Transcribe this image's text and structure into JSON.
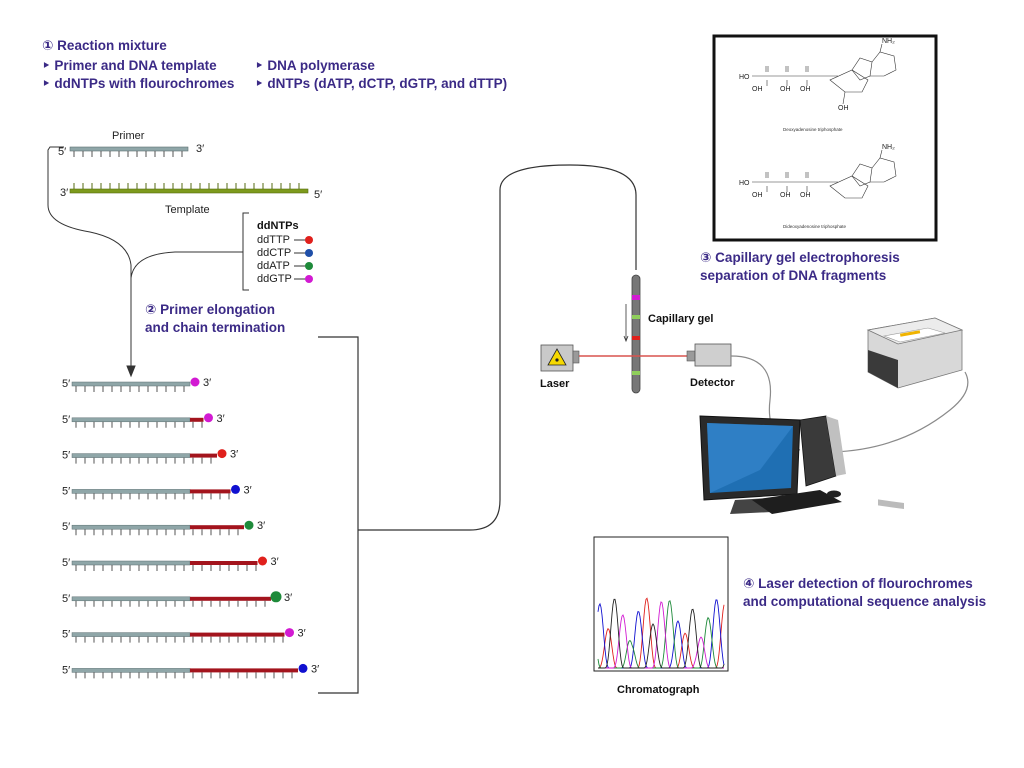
{
  "step1": {
    "title": "① Reaction mixture",
    "items": [
      "‣ Primer and DNA template",
      "‣ DNA polymerase",
      "‣ ddNTPs with flourochromes",
      "‣ dNTPs (dATP, dCTP, dGTP, and dTTP)"
    ]
  },
  "strands": {
    "primer_label": "Primer",
    "template_label": "Template",
    "five_prime": "5′",
    "three_prime": "3′"
  },
  "ddntps": {
    "title": "ddNTPs",
    "items": [
      {
        "label": "ddTTP",
        "color": "#e0201c"
      },
      {
        "label": "ddCTP",
        "color": "#1f4fa8"
      },
      {
        "label": "ddATP",
        "color": "#1e8a3a"
      },
      {
        "label": "ddGTP",
        "color": "#d21ad2"
      }
    ]
  },
  "step2": {
    "title_line1": "② Primer elongation",
    "title_line2": "and chain termination"
  },
  "fragments": [
    {
      "ext": 0,
      "color": "#d21ad2"
    },
    {
      "ext": 1,
      "color": "#d21ad2"
    },
    {
      "ext": 2,
      "color": "#e0201c"
    },
    {
      "ext": 3,
      "color": "#1010d0"
    },
    {
      "ext": 4,
      "color": "#1e8a3a"
    },
    {
      "ext": 5,
      "color": "#e0201c"
    },
    {
      "ext": 6,
      "color": "#1e8a3a"
    },
    {
      "ext": 7,
      "color": "#d21ad2"
    },
    {
      "ext": 8,
      "color": "#1010d0"
    }
  ],
  "step3": {
    "title_line1": "③ Capillary gel electrophoresis",
    "title_line2": "separation of DNA fragments",
    "gel_label": "Capillary gel",
    "laser_label": "Laser",
    "detector_label": "Detector"
  },
  "molecules": {
    "top_caption": "Deoxyadenosine triphosphate",
    "bottom_caption": "Dideoxyadenosine triphosphate",
    "nh2": "NH₂",
    "oh": "OH",
    "ho": "HO"
  },
  "step4": {
    "title_line1": "④ Laser detection of flourochromes",
    "title_line2": "and computational sequence analysis",
    "chromatograph_label": "Chromatograph"
  },
  "colors": {
    "title": "#3b2a86",
    "primer": "#8fa6a8",
    "template": "#7d9a1c",
    "extension": "#a3141d"
  }
}
